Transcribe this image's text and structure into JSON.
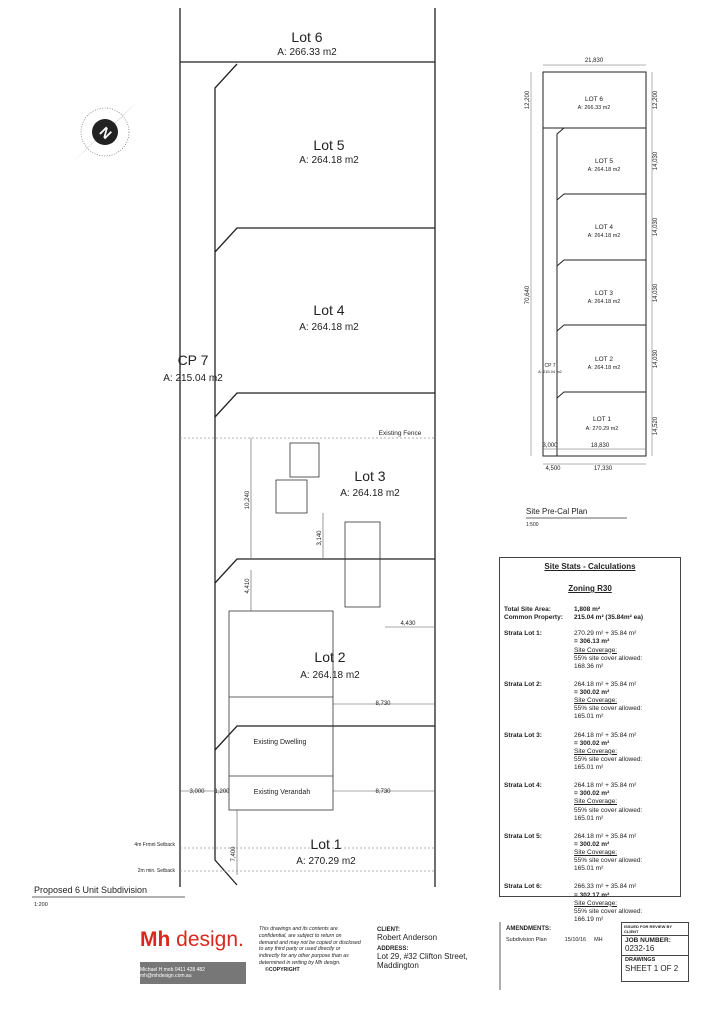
{
  "plan": {
    "lot6": {
      "name": "Lot 6",
      "area": "A: 266.33 m2"
    },
    "lot5": {
      "name": "Lot 5",
      "area": "A: 264.18 m2"
    },
    "lot4": {
      "name": "Lot 4",
      "area": "A: 264.18 m2"
    },
    "cp7": {
      "name": "CP 7",
      "area": "A: 215.04 m2"
    },
    "lot3": {
      "name": "Lot 3",
      "area": "A: 264.18 m2"
    },
    "lot2": {
      "name": "Lot 2",
      "area": "A: 264.18 m2"
    },
    "lot1": {
      "name": "Lot 1",
      "area": "A: 270.29 m2"
    },
    "existing_fence": "Existing Fence",
    "existing_dwelling": "Existing Dwelling",
    "existing_verandah": "Existing Verandah",
    "dims": {
      "d10240": "10,240",
      "d3140": "3,140",
      "d4410": "4,410",
      "d4430": "4,430",
      "d8730a": "8,730",
      "d8730b": "8,730",
      "d3000": "3,000",
      "d1200": "1,200",
      "d7400": "7,400"
    },
    "setback_4m": "4m Frmnl Setback",
    "setback_2m": "2m min. Setback",
    "title": "Proposed 6 Unit Subdivision",
    "scale": "1:200"
  },
  "precal": {
    "top_dim": "21,830",
    "left_dim": "70,640",
    "left_top_dim": "12,200",
    "right_dims": [
      "12,200",
      "14,030",
      "14,030",
      "14,030",
      "14,030",
      "14,520"
    ],
    "lots": [
      {
        "name": "LOT 6",
        "area": "A: 266.33 m2"
      },
      {
        "name": "LOT 5",
        "area": "A: 264.18 m2"
      },
      {
        "name": "LOT 4",
        "area": "A: 264.18 m2"
      },
      {
        "name": "LOT 3",
        "area": "A: 264.18 m2"
      },
      {
        "name": "LOT 2",
        "area": "A: 264.18 m2"
      },
      {
        "name": "LOT 1",
        "area": "A: 270.29 m2"
      }
    ],
    "cp": {
      "name": "CP 7",
      "area": "A: 215.04 m2"
    },
    "bottom_dims": [
      "3,000",
      "18,830",
      "4,500",
      "17,330"
    ],
    "title": "Site Pre-Cal Plan",
    "scale": "1:500"
  },
  "stats": {
    "title": "Site Stats - Calculations",
    "zoning": "Zoning R30",
    "total_site_area_label": "Total Site Area:",
    "total_site_area": "1,808 m²",
    "common_property_label": "Common Property:",
    "common_property": "215.04 m² (35.84m² ea)",
    "lots": [
      {
        "label": "Strata Lot 1:",
        "calc": "270.29 m² + 35.84 m²",
        "total": "= 306.13 m²",
        "cov": "Site Coverage:",
        "allowed": "55% site cover allowed:",
        "allowed_val": "168.36 m²"
      },
      {
        "label": "Strata Lot 2:",
        "calc": "264.18 m² + 35.84 m²",
        "total": "= 300.02 m²",
        "cov": "Site Coverage:",
        "allowed": "55% site cover allowed:",
        "allowed_val": "165.01 m²"
      },
      {
        "label": "Strata Lot 3:",
        "calc": "264.18 m² + 35.84 m²",
        "total": "= 300.02 m²",
        "cov": "Site Coverage:",
        "allowed": "55% site cover allowed:",
        "allowed_val": "165.01 m²"
      },
      {
        "label": "Strata Lot 4:",
        "calc": "264.18 m² + 35.84 m²",
        "total": "= 300.02 m²",
        "cov": "Site Coverage:",
        "allowed": "55% site cover allowed:",
        "allowed_val": "165.01 m²"
      },
      {
        "label": "Strata Lot 5:",
        "calc": "264.18 m² + 35.84 m²",
        "total": "= 300.02 m²",
        "cov": "Site Coverage:",
        "allowed": "55% site cover allowed:",
        "allowed_val": "165.01 m²"
      },
      {
        "label": "Strata Lot 6:",
        "calc": "266.33 m² + 35.84 m²",
        "total": "= 302.17 m²",
        "cov": "Site Coverage:",
        "allowed": "55% site cover allowed:",
        "allowed_val": "166.19 m²"
      }
    ]
  },
  "footer": {
    "logo_mh": "Mh",
    "logo_design": " design.",
    "card_text": "Michael H  mob 0411 428 482  mh@mhdesign.com.au",
    "disclaimer": "This drawings and its contents are confidential, are subject to return on demand and may not be copied or disclosed to any third party or used directly or indirectly for any other purpose than as determined in writing by Mh design.",
    "copyright": "©COPYRIGHT",
    "client_label": "CLIENT:",
    "client": "Robert Anderson",
    "address_label": "ADDRESS:",
    "address1": "Lot 29, #32 Clifton Street,",
    "address2": "Maddington",
    "amend_label": "AMENDMENTS:",
    "amend_desc": "Subdivision Plan",
    "amend_date": "15/10/16",
    "amend_by": "MH",
    "issued": "ISSUED FOR REVIEW BY CLIENT",
    "job_label": "JOB NUMBER:",
    "job": "0232-16",
    "drawings_label": "DRAWINGS",
    "sheet": "SHEET 1 OF 2"
  }
}
